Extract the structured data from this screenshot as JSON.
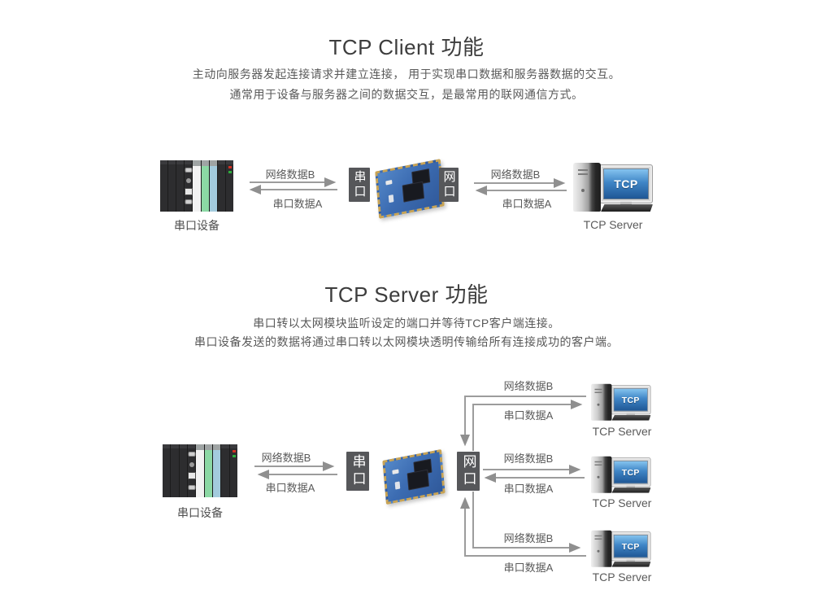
{
  "colors": {
    "heading": "#3d3d3d",
    "body_text": "#595959",
    "label_text": "#5a5a5a",
    "caption_text": "#4f4f4f",
    "arrow": "#9c9c9c",
    "arrowhead": "#8f8f8f",
    "port_box_bg": "#56575a",
    "port_box_text": "#ffffff",
    "pcb_blue": "#3c6cb2",
    "pcb_pin_gold": "#c9a455",
    "plc_dark": "#2d2d2f",
    "plc_green": "#8bd8a4",
    "plc_blue": "#a3cbdd",
    "plc_light": "#f2f2f2",
    "screen_blue": "#2f6fb2"
  },
  "client_section": {
    "title": "TCP Client 功能",
    "desc_line1": "主动向服务器发起连接请求并建立连接， 用于实现串口数据和服务器数据的交互。",
    "desc_line2": "通常用于设备与服务器之间的数据交互，是最常用的联网通信方式。",
    "device_caption": "串口设备",
    "serial_port_box": "串口",
    "lan_port_box": "网口",
    "left_arrows": {
      "net": "网络数据B",
      "serial": "串口数据A"
    },
    "right_arrows": {
      "net": "网络数据B",
      "serial": "串口数据A"
    },
    "server": {
      "screen": "TCP",
      "caption": "TCP Server"
    }
  },
  "server_section": {
    "title": "TCP Server 功能",
    "desc_line1": "串口转以太网模块监听设定的端口并等待TCP客户端连接。",
    "desc_line2": "串口设备发送的数据将通过串口转以太网模块透明传输给所有连接成功的客户端。",
    "device_caption": "串口设备",
    "serial_port_box": "串口",
    "lan_port_box": "网口",
    "left_arrows": {
      "net": "网络数据B",
      "serial": "串口数据A"
    },
    "branches": [
      {
        "net": "网络数据B",
        "serial": "串口数据A",
        "server": {
          "screen": "TCP",
          "caption": "TCP Server"
        }
      },
      {
        "net": "网络数据B",
        "serial": "串口数据A",
        "server": {
          "screen": "TCP",
          "caption": "TCP Server"
        }
      },
      {
        "net": "网络数据B",
        "serial": "串口数据A",
        "server": {
          "screen": "TCP",
          "caption": "TCP Server"
        }
      }
    ]
  }
}
